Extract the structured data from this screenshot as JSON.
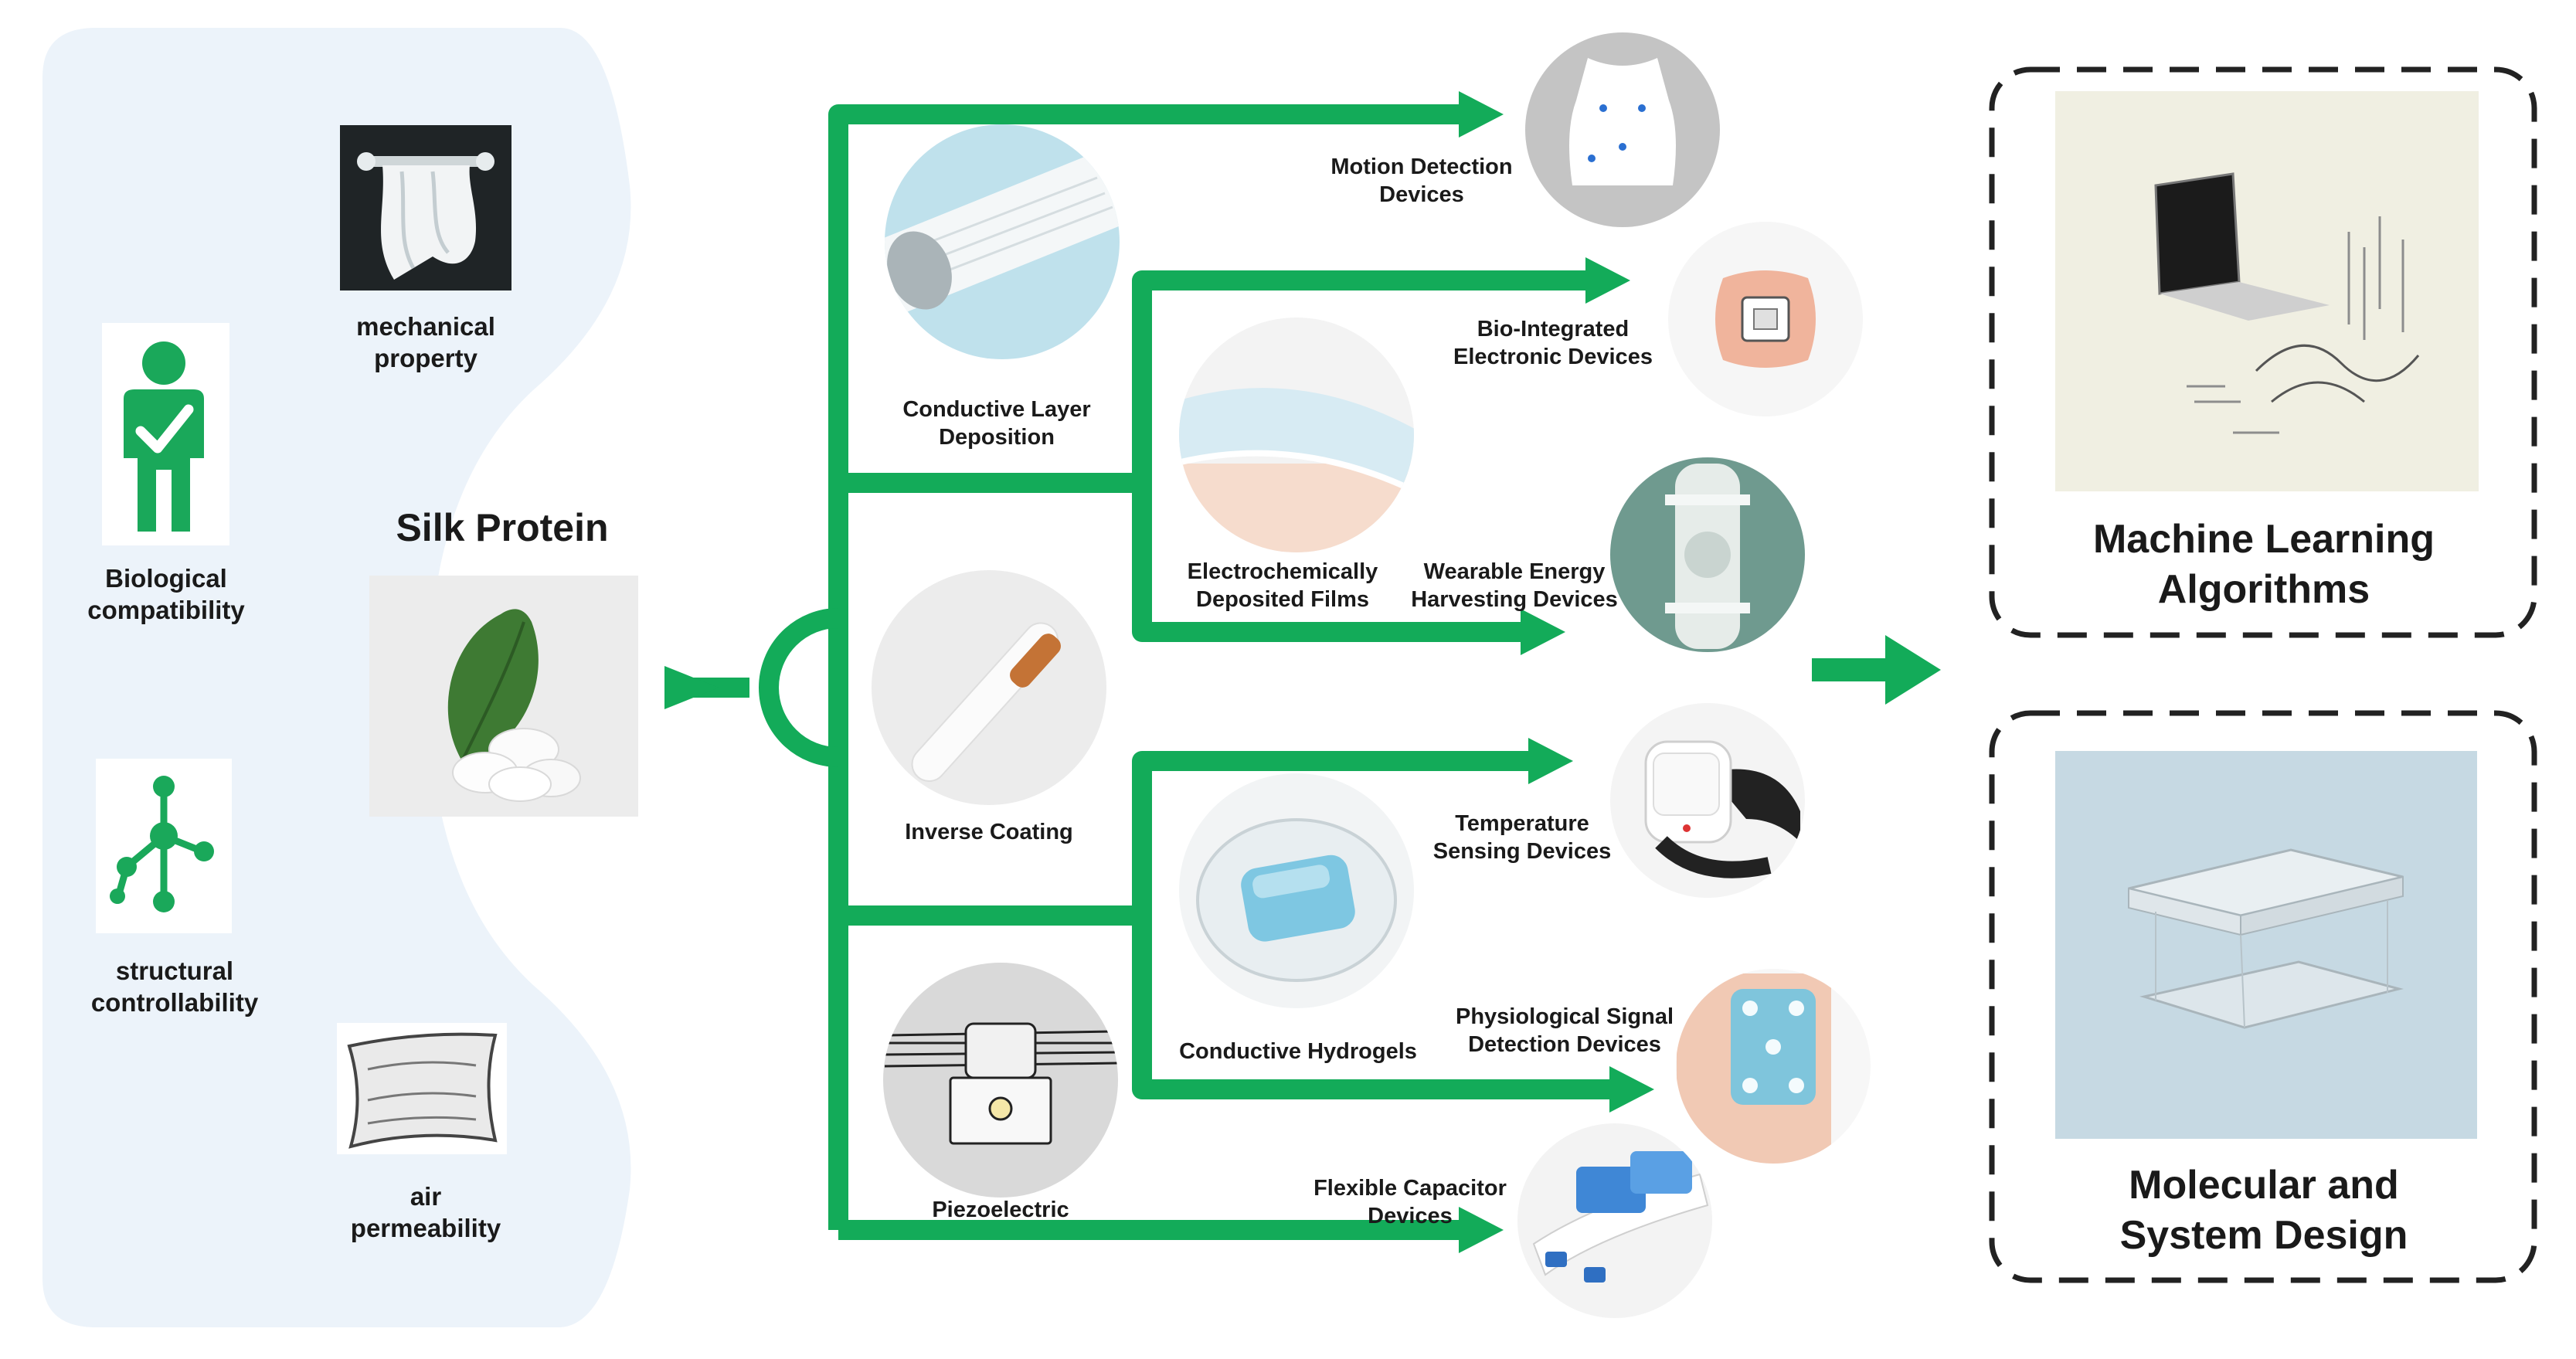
{
  "properties": [
    {
      "line1": "mechanical",
      "line2": "property",
      "icon": "hanging-cloth-icon"
    },
    {
      "line1": "Biological",
      "line2": "compatibility",
      "icon": "person-check-icon"
    },
    {
      "line1": "structural",
      "line2": "controllability",
      "icon": "molecule-icon"
    },
    {
      "line1": "air",
      "line2": "permeability",
      "icon": "fabric-sheet-icon"
    }
  ],
  "source": {
    "title": "Silk Protein",
    "icon": "leaf-cocoon-icon"
  },
  "methods": [
    {
      "line1": "Conductive Layer",
      "line2": "Deposition",
      "icon": "coated-fiber-icon"
    },
    {
      "line1": "Electrochemically",
      "line2": "Deposited Films",
      "icon": "layered-film-icon"
    },
    {
      "line1": "Inverse Coating",
      "line2": "",
      "icon": "copper-wire-icon"
    },
    {
      "line1": "Conductive Hydrogels",
      "line2": "",
      "icon": "hydrogel-dish-icon"
    },
    {
      "line1": "Piezoelectric",
      "line2": "",
      "icon": "piezo-bulb-icon"
    }
  ],
  "devices": [
    {
      "line1": "Motion Detection",
      "line2": "Devices",
      "icon": "sensor-vest-icon"
    },
    {
      "line1": "Bio-Integrated",
      "line2": "Electronic Devices",
      "icon": "skin-patch-icon"
    },
    {
      "line1": "Wearable Energy",
      "line2": "Harvesting Devices",
      "icon": "knee-brace-icon"
    },
    {
      "line1": "Temperature",
      "line2": "Sensing Devices",
      "icon": "smartwatch-icon"
    },
    {
      "line1": "Physiological Signal",
      "line2": "Detection Devices",
      "icon": "electrode-patch-icon"
    },
    {
      "line1": "Flexible Capacitor",
      "line2": "Devices",
      "icon": "flexible-capacitor-icon"
    }
  ],
  "outputs": [
    {
      "line1": "Machine Learning",
      "line2": "Algorithms",
      "icon": "laptop-data-icon"
    },
    {
      "line1": "Molecular and",
      "line2": "System Design",
      "icon": "layered-structure-icon"
    }
  ],
  "colors": {
    "arrow": "#13ab59",
    "icon_green": "#1aa85a",
    "panel": "#ecf3fa",
    "dashed": "#222222"
  }
}
